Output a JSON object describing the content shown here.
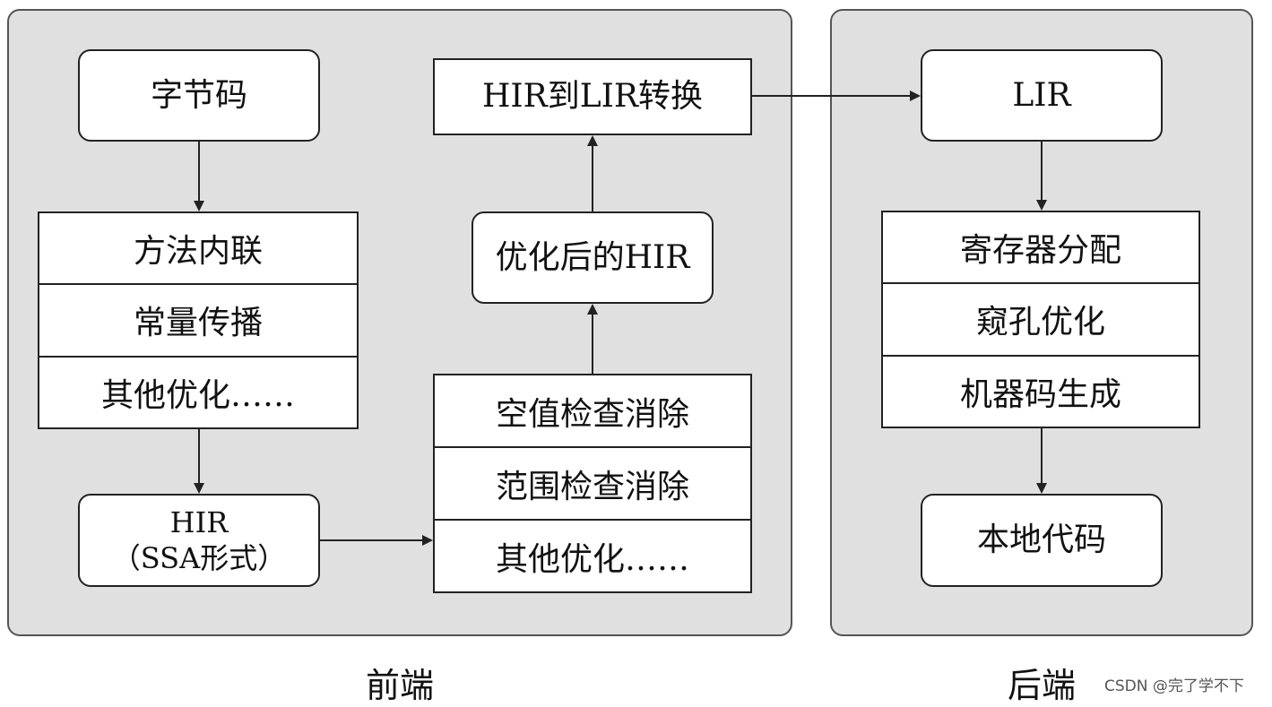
{
  "frontend": {
    "label": "前端",
    "bytecode": "字节码",
    "opt1": [
      "方法内联",
      "常量传播",
      "其他优化……"
    ],
    "hir_line1": "HIR",
    "hir_line2": "（SSA形式）",
    "opt2": [
      "空值检查消除",
      "范围检查消除",
      "其他优化……"
    ],
    "optimized_hir": "优化后的HIR",
    "hir_to_lir": "HIR到LIR转换"
  },
  "backend": {
    "label": "后端",
    "lir": "LIR",
    "stages": [
      "寄存器分配",
      "窥孔优化",
      "机器码生成"
    ],
    "native_code": "本地代码"
  },
  "watermark": "CSDN @完了学不下",
  "colors": {
    "panel_fill": "#e0e0e0",
    "panel_border": "#555555",
    "box_fill": "#ffffff",
    "line": "#222222"
  }
}
